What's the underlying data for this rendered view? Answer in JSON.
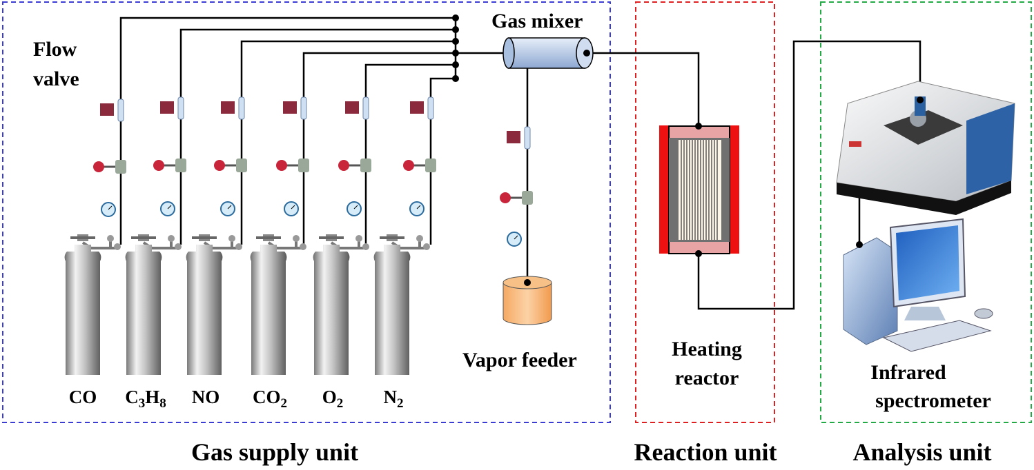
{
  "units": {
    "gas_supply": "Gas supply unit",
    "reaction": "Reaction unit",
    "analysis": "Analysis unit"
  },
  "labels": {
    "flow_valve_1": "Flow",
    "flow_valve_2": "valve",
    "gas_mixer": "Gas mixer",
    "vapor_feeder": "Vapor feeder",
    "heating_reactor_1": "Heating",
    "heating_reactor_2": "reactor",
    "infrared_1": "Infrared",
    "infrared_2": "spectrometer"
  },
  "gases": [
    {
      "main": "CO",
      "sub": "",
      "rest": "",
      "sub2": ""
    },
    {
      "main": "C",
      "sub": "3",
      "rest": "H",
      "sub2": "8"
    },
    {
      "main": "NO",
      "sub": "",
      "rest": "",
      "sub2": ""
    },
    {
      "main": "CO",
      "sub": "2",
      "rest": "",
      "sub2": ""
    },
    {
      "main": "O",
      "sub": "2",
      "rest": "",
      "sub2": ""
    },
    {
      "main": "N",
      "sub": "2",
      "rest": "",
      "sub2": ""
    }
  ],
  "colors": {
    "gas_supply_border": "#3b3bd6",
    "reaction_border": "#e02020",
    "analysis_border": "#22aa44",
    "cylinder": "#b8b8b8",
    "heater": "#ee1111",
    "reactor_end": "#e8a4a4",
    "vapor_tank": "#f8b478",
    "mixer": "#b8cdea"
  }
}
